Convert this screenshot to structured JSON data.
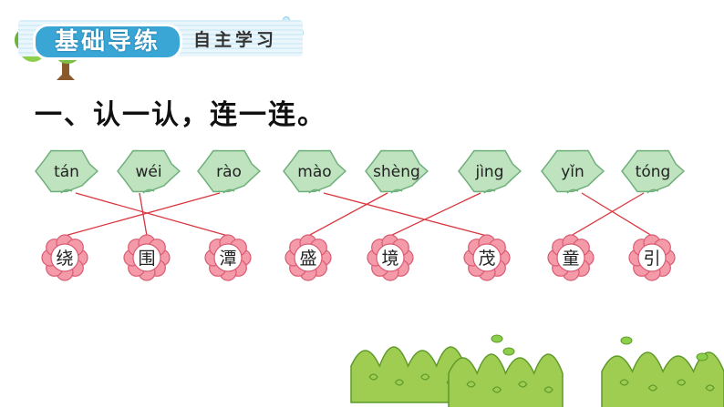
{
  "header": {
    "title": "基础导练",
    "subtitle": "自主学习"
  },
  "task": {
    "text": "一、认一认，连一连。"
  },
  "pinyin": [
    {
      "text": "tán"
    },
    {
      "text": "wéi"
    },
    {
      "text": "rào"
    },
    {
      "text": "mào"
    },
    {
      "text": "shèng"
    },
    {
      "text": "jìng"
    },
    {
      "text": "yǐn"
    },
    {
      "text": "tóng"
    }
  ],
  "characters": [
    {
      "text": "绕"
    },
    {
      "text": "围"
    },
    {
      "text": "潭"
    },
    {
      "text": "盛"
    },
    {
      "text": "境"
    },
    {
      "text": "茂"
    },
    {
      "text": "童"
    },
    {
      "text": "引"
    }
  ],
  "connections": [
    {
      "pinyin": "tán",
      "character": "潭"
    },
    {
      "pinyin": "wéi",
      "character": "围"
    },
    {
      "pinyin": "rào",
      "character": "绕"
    },
    {
      "pinyin": "mào",
      "character": "茂"
    },
    {
      "pinyin": "shèng",
      "character": "盛"
    },
    {
      "pinyin": "jìng",
      "character": "境"
    },
    {
      "pinyin": "yǐn",
      "character": "引"
    },
    {
      "pinyin": "tóng",
      "character": "童"
    }
  ],
  "colors": {
    "leaf_fill": "#bfe2bf",
    "leaf_stroke": "#6fb07a",
    "flower_fill": "#f49aa8",
    "flower_stroke": "#d95b72",
    "line": "#d9363e",
    "banner": "#3aa6d6",
    "bush_fill": "#9fcd52",
    "bush_stroke": "#5f9a2a"
  }
}
